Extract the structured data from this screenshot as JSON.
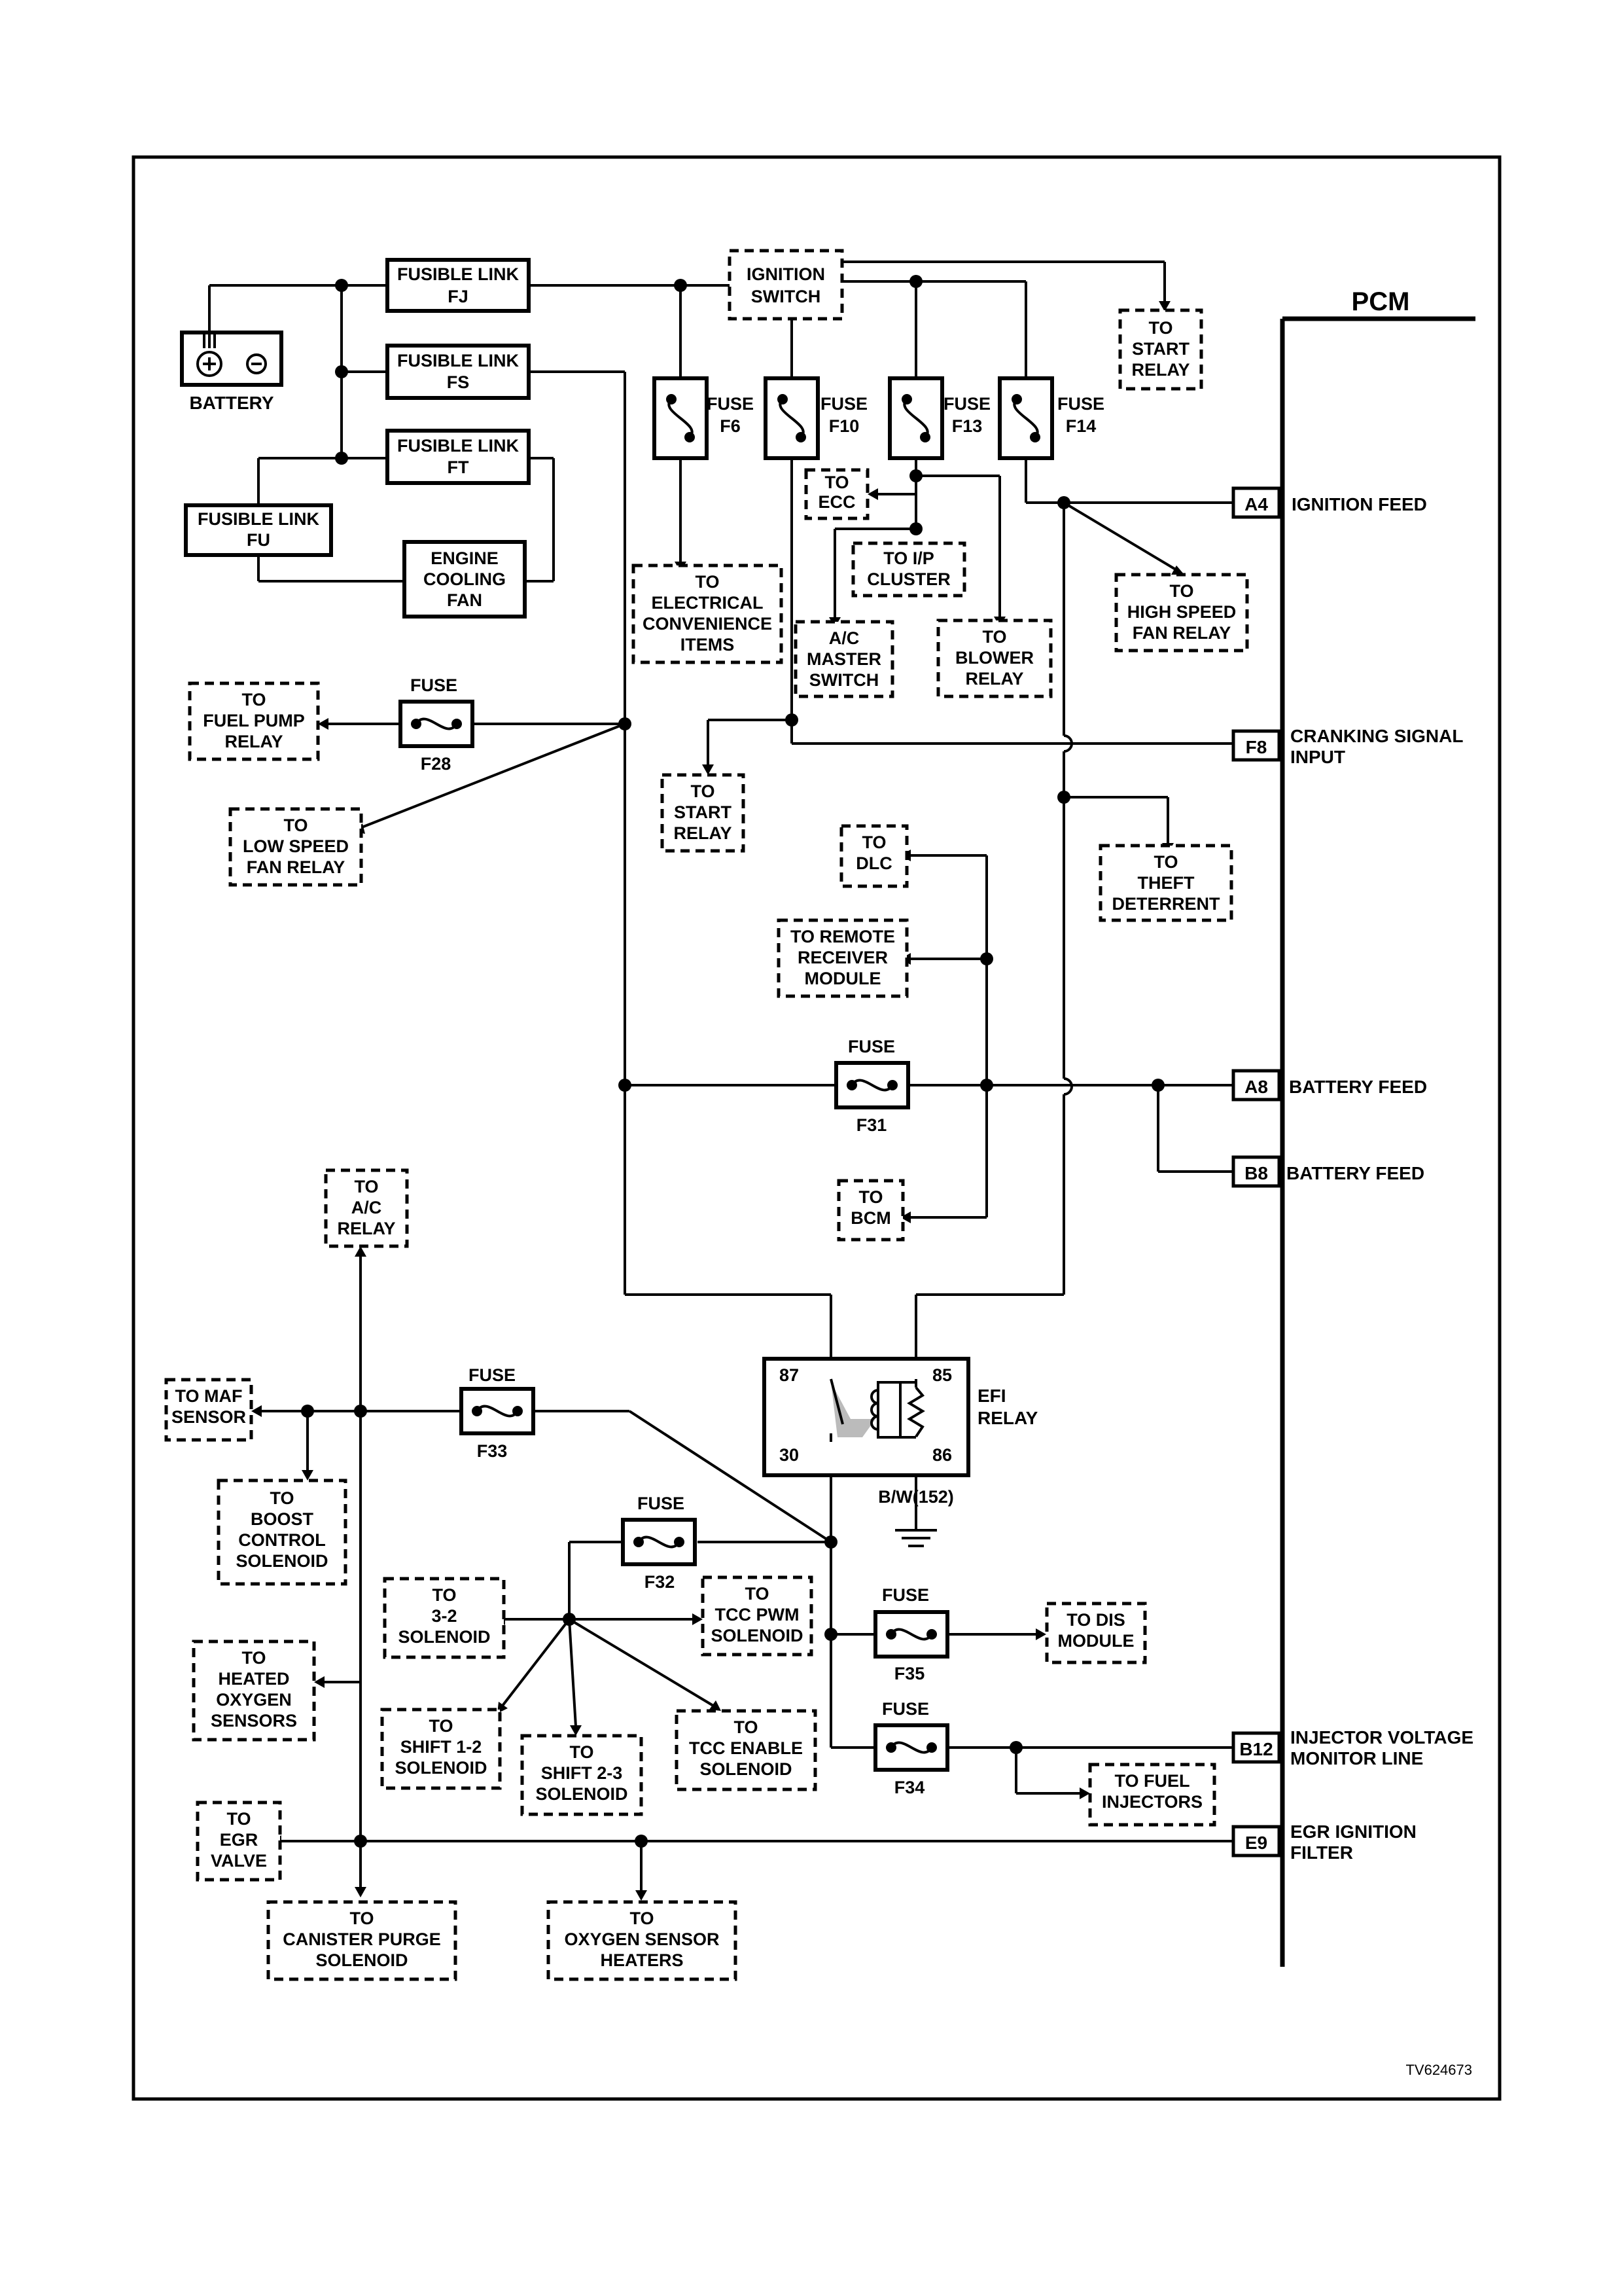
{
  "pcm_label": "PCM",
  "battery_label": "BATTERY",
  "ignition_switch": [
    "IGNITION",
    "SWITCH"
  ],
  "fusible_links": [
    {
      "id": "FJ",
      "lines": [
        "FUSIBLE LINK",
        "FJ"
      ]
    },
    {
      "id": "FS",
      "lines": [
        "FUSIBLE LINK",
        "FS"
      ]
    },
    {
      "id": "FT",
      "lines": [
        "FUSIBLE LINK",
        "FT"
      ]
    },
    {
      "id": "FU",
      "lines": [
        "FUSIBLE LINK",
        "FU"
      ]
    }
  ],
  "engine_cooling_fan": [
    "ENGINE",
    "COOLING",
    "FAN"
  ],
  "blade_fuses": [
    {
      "lines": [
        "FUSE",
        "F6"
      ]
    },
    {
      "lines": [
        "FUSE",
        "F10"
      ]
    },
    {
      "lines": [
        "FUSE",
        "F13"
      ]
    },
    {
      "lines": [
        "FUSE",
        "F14"
      ]
    }
  ],
  "inline_fuses": [
    {
      "id": "F28",
      "top": "FUSE",
      "bottom": "F28"
    },
    {
      "id": "F31",
      "top": "FUSE",
      "bottom": "F31"
    },
    {
      "id": "F33",
      "top": "FUSE",
      "bottom": "F33"
    },
    {
      "id": "F32",
      "top": "FUSE",
      "bottom": "F32"
    },
    {
      "id": "F35",
      "top": "FUSE",
      "bottom": "F35"
    },
    {
      "id": "F34",
      "top": "FUSE",
      "bottom": "F34"
    }
  ],
  "destinations": [
    {
      "id": "start-relay-1",
      "lines": [
        "TO",
        "START",
        "RELAY"
      ]
    },
    {
      "id": "ecc",
      "lines": [
        "TO",
        "ECC"
      ]
    },
    {
      "id": "ip-cluster",
      "lines": [
        "TO I/P",
        "CLUSTER"
      ]
    },
    {
      "id": "electrical-convenience",
      "lines": [
        "TO",
        "ELECTRICAL",
        "CONVENIENCE",
        "ITEMS"
      ]
    },
    {
      "id": "ac-master-switch",
      "lines": [
        "A/C",
        "MASTER",
        "SWITCH"
      ]
    },
    {
      "id": "blower-relay",
      "lines": [
        "TO",
        "BLOWER",
        "RELAY"
      ]
    },
    {
      "id": "high-speed-fan-relay",
      "lines": [
        "TO",
        "HIGH SPEED",
        "FAN RELAY"
      ]
    },
    {
      "id": "fuel-pump-relay",
      "lines": [
        "TO",
        "FUEL PUMP",
        "RELAY"
      ]
    },
    {
      "id": "low-speed-fan-relay",
      "lines": [
        "TO",
        "LOW SPEED",
        "FAN RELAY"
      ]
    },
    {
      "id": "start-relay-2",
      "lines": [
        "TO",
        "START",
        "RELAY"
      ]
    },
    {
      "id": "dlc",
      "lines": [
        "TO",
        "DLC"
      ]
    },
    {
      "id": "theft-deterrent",
      "lines": [
        "TO",
        "THEFT",
        "DETERRENT"
      ]
    },
    {
      "id": "remote-receiver",
      "lines": [
        "TO REMOTE",
        "RECEIVER",
        "MODULE"
      ]
    },
    {
      "id": "bcm",
      "lines": [
        "TO",
        "BCM"
      ]
    },
    {
      "id": "ac-relay",
      "lines": [
        "TO",
        "A/C",
        "RELAY"
      ]
    },
    {
      "id": "maf-sensor",
      "lines": [
        "TO MAF",
        "SENSOR"
      ]
    },
    {
      "id": "boost-control",
      "lines": [
        "TO",
        "BOOST",
        "CONTROL",
        "SOLENOID"
      ]
    },
    {
      "id": "solenoid-3-2",
      "lines": [
        "TO",
        "3-2",
        "SOLENOID"
      ]
    },
    {
      "id": "tcc-pwm",
      "lines": [
        "TO",
        "TCC PWM",
        "SOLENOID"
      ]
    },
    {
      "id": "heated-oxygen",
      "lines": [
        "TO",
        "HEATED",
        "OXYGEN",
        "SENSORS"
      ]
    },
    {
      "id": "shift-1-2",
      "lines": [
        "TO",
        "SHIFT 1-2",
        "SOLENOID"
      ]
    },
    {
      "id": "shift-2-3",
      "lines": [
        "TO",
        "SHIFT 2-3",
        "SOLENOID"
      ]
    },
    {
      "id": "tcc-enable",
      "lines": [
        "TO",
        "TCC ENABLE",
        "SOLENOID"
      ]
    },
    {
      "id": "dis-module",
      "lines": [
        "TO DIS",
        "MODULE"
      ]
    },
    {
      "id": "fuel-injectors",
      "lines": [
        "TO FUEL",
        "INJECTORS"
      ]
    },
    {
      "id": "egr-valve",
      "lines": [
        "TO",
        "EGR",
        "VALVE"
      ]
    },
    {
      "id": "canister-purge",
      "lines": [
        "TO",
        "CANISTER PURGE",
        "SOLENOID"
      ]
    },
    {
      "id": "oxygen-sensor-heaters",
      "lines": [
        "TO",
        "OXYGEN SENSOR",
        "HEATERS"
      ]
    }
  ],
  "pcm_pins": [
    {
      "pin": "A4",
      "lines": [
        "IGNITION FEED"
      ]
    },
    {
      "pin": "F8",
      "lines": [
        "CRANKING SIGNAL",
        "INPUT"
      ]
    },
    {
      "pin": "A8",
      "lines": [
        "BATTERY FEED"
      ]
    },
    {
      "pin": "B8",
      "lines": [
        "BATTERY FEED"
      ]
    },
    {
      "pin": "B12",
      "lines": [
        "INJECTOR VOLTAGE",
        "MONITOR LINE"
      ]
    },
    {
      "pin": "E9",
      "lines": [
        "EGR IGNITION",
        "FILTER"
      ]
    }
  ],
  "efi_relay": {
    "title": [
      "EFI",
      "RELAY"
    ],
    "terminals": [
      "87",
      "85",
      "30",
      "86"
    ],
    "ground_wire": "B/W(152)"
  },
  "figure_id": "TV624673"
}
